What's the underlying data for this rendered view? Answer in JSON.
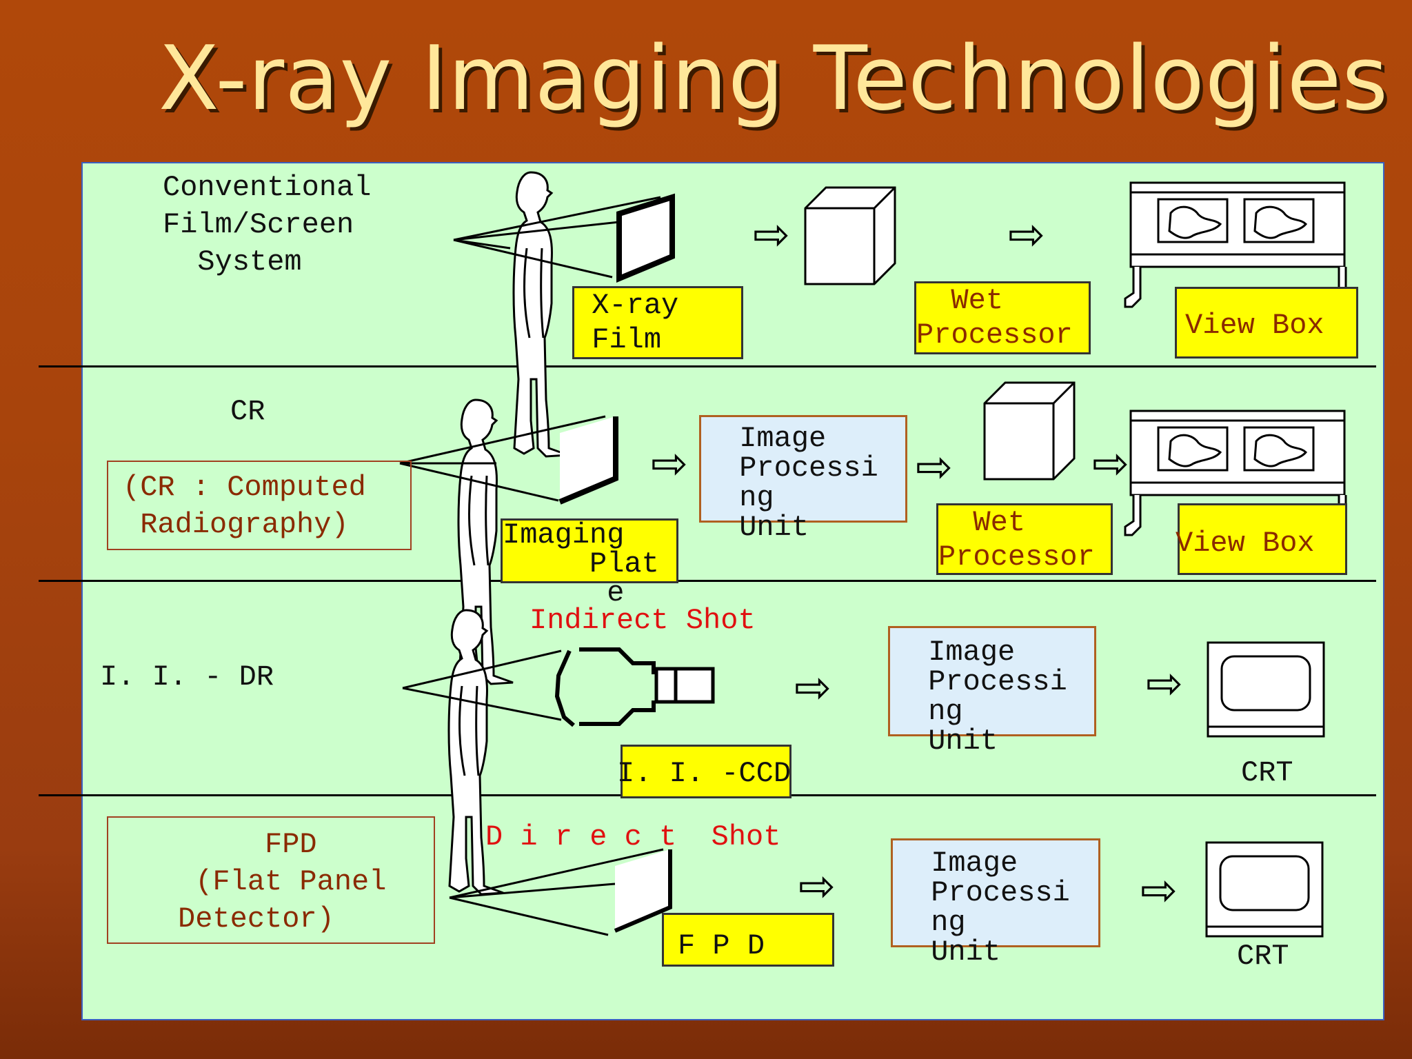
{
  "title": "X-ray Imaging Technologies",
  "rows": {
    "conventional": {
      "label": "Conventional\nFilm/Screen\n  System",
      "film_label": " X-ray\n Film",
      "processor_label": "  Wet\nProcessor",
      "viewbox_label": "View Box"
    },
    "cr": {
      "label": "CR",
      "desc": "(CR : Computed\n Radiography)",
      "plate_label": "Imaging\n     Plat\n      e",
      "ipu_label": " Image\n Processi\n ng\n Unit",
      "processor_label": "  Wet\nProcessor",
      "viewbox_label": "View Box"
    },
    "ii_dr": {
      "label": "I. I. - DR",
      "shot_label": "Indirect Shot",
      "ccd_label": "I. I. -CCD",
      "ipu_label": " Image\n Processi\n ng\n Unit",
      "crt_label": "CRT"
    },
    "fpd": {
      "desc": "     FPD\n (Flat Panel\nDetector)",
      "shot_label": "D i r e c t  Shot",
      "fpd_label": "F P D",
      "ipu_label": " Image\n Processi\n ng\n Unit",
      "crt_label": "CRT"
    }
  },
  "arrow_glyph": "⇨",
  "colors": {
    "panel": "#ccffcc",
    "highlight": "#ffff00",
    "ipu": "#ddeefa",
    "red": "#e01010",
    "title": "#ffe79a"
  }
}
